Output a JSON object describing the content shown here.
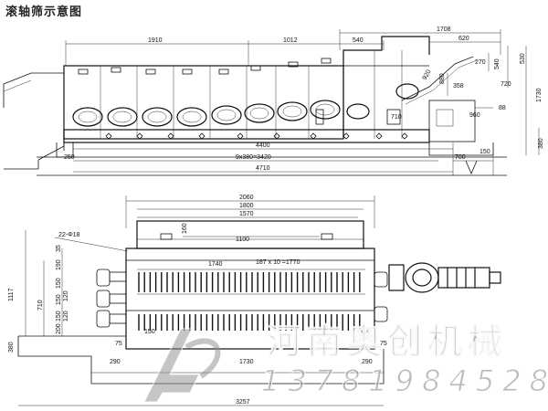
{
  "title": "滚轴筛示意图",
  "watermark": {
    "company": "河南奥创机械",
    "phone": "13781984528"
  },
  "side_view": {
    "dims_top": [
      "1910",
      "1012",
      "540",
      "1708",
      "620"
    ],
    "dims_right": [
      "270",
      "540",
      "530",
      "720",
      "1730",
      "380",
      "88",
      "960"
    ],
    "dims_inner": [
      "710",
      "358",
      "880",
      "920"
    ],
    "dims_bottom": [
      "4400",
      "9x380=3420",
      "4710",
      "700",
      "150",
      "250"
    ]
  },
  "top_view": {
    "dims_top": [
      "2060",
      "1800",
      "1570",
      "1100",
      "160",
      "1740",
      "187 x 10 =1770"
    ],
    "label_shaft": "22-Φ18",
    "dims_left": [
      "35",
      "190",
      "150",
      "150",
      "120",
      "150",
      "120",
      "200",
      "710",
      "1117",
      "380"
    ],
    "dims_small": [
      "150",
      "75",
      "75",
      "150"
    ],
    "dims_bottom": [
      "290",
      "1730",
      "290",
      "3257"
    ]
  }
}
